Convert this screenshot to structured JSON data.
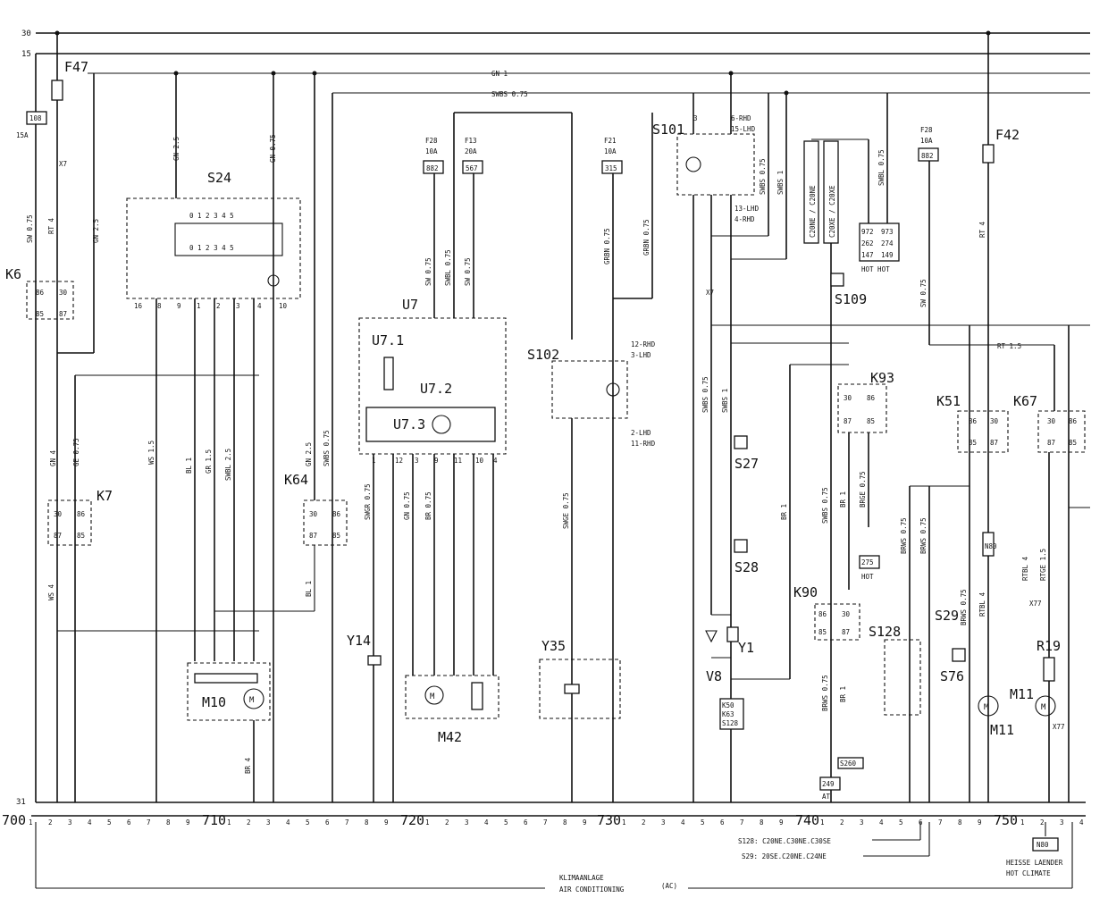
{
  "rails": {
    "r30": "30",
    "r15": "15",
    "r31": "31"
  },
  "top_wires": {
    "gn1": "GN 1",
    "swbs": "SWBS 0.75"
  },
  "components": {
    "F47": "F47",
    "F42": "F42",
    "K6": "K6",
    "K7": "K7",
    "K64": "K64",
    "S24": "S24",
    "U7": "U7",
    "U7_1": "U7.1",
    "U7_2": "U7.2",
    "U7_3": "U7.3",
    "S101": "S101",
    "S102": "S102",
    "S109": "S109",
    "S27": "S27",
    "S28": "S28",
    "K93": "K93",
    "K51": "K51",
    "K67": "K67",
    "K90": "K90",
    "S128": "S128",
    "S29": "S29",
    "S76": "S76",
    "Y1": "Y1",
    "V8": "V8",
    "Y14": "Y14",
    "Y35": "Y35",
    "M10": "M10",
    "M42": "M42",
    "M11": "M11",
    "R19": "R19"
  },
  "fuses": {
    "f108": "108",
    "f15a": "15A",
    "f28a": "F28",
    "f28a_amp": "10A",
    "f28a_ref": "882",
    "f13": "F13",
    "f13_amp": "20A",
    "f13_ref": "567",
    "f21": "F21",
    "f21_amp": "10A",
    "f21_ref": "315",
    "f28b": "F28",
    "f28b_amp": "10A",
    "f28b_ref": "882"
  },
  "refs": {
    "r1": "972 973 262 274 147 149",
    "hot_hot": "HOT HOT",
    "r275": "275",
    "hot": "HOT",
    "r249": "249",
    "at": "AT",
    "rk": "K50 K63 S128",
    "n880a": "N80",
    "s260": "S260",
    "n880b": "N80"
  },
  "wire_labels": {
    "sw075": "SW 0.75",
    "rt4": "RT 4",
    "gn25": "GN 2.5",
    "gn4": "GN 4",
    "ge075": "GE 0.75",
    "ws15": "WS 1.5",
    "bl1": "BL 1",
    "gr15": "GR 1.5",
    "swbl25": "SWBL 2.5",
    "gn075": "GN 0.75",
    "gn25b": "GN 2.5",
    "swbs075": "SWBS 0.75",
    "ws4": "WS 4",
    "swgr": "SWGR 0.75",
    "swbl075": "SWBL 0.75",
    "grbn": "GRBN 0.75",
    "swge": "SWGE 0.75",
    "br": "BR 0.75",
    "br1": "BR 1",
    "br4": "BR 4",
    "brws": "BRWS 0.75",
    "brge": "BRGE 0.75",
    "rtbl4": "RTBL 4",
    "rtge": "RTGE 1.5",
    "rt15": "RT 1.5",
    "swbs1": "SWBS 1",
    "x7": "X7",
    "x77": "X77"
  },
  "pins_s101": {
    "p3": "3",
    "p6rhd": "6-RHD",
    "p15lhd": "15-LHD",
    "p13lhd": "13-LHD",
    "p4rhd": "4-RHD"
  },
  "pins_s102": {
    "p12rhd": "12-RHD",
    "p3lhd": "3-LHD",
    "p2lhd": "2-LHD",
    "p11rhd": "11-RHD"
  },
  "engines": {
    "e1": "C20NE / C20NE",
    "e2": "C20XE / C20XE"
  },
  "scale": {
    "s700": "700",
    "s710": "710",
    "s720": "720",
    "s730": "730",
    "s740": "740",
    "s750": "750",
    "digits": [
      "1",
      "2",
      "3",
      "4",
      "5",
      "6",
      "7",
      "8",
      "9"
    ]
  },
  "footnotes": {
    "f1": "S128: C20NE.C30NE.C30SE",
    "f2": "S29: 20SE.C20NE.C24NE",
    "heisse": "HEISSE LAENDER",
    "hot_climate": "HOT CLIMATE",
    "klima": "KLIMAANLAGE",
    "ac": "AIR CONDITIONING",
    "ac_abbr": "(AC)"
  }
}
